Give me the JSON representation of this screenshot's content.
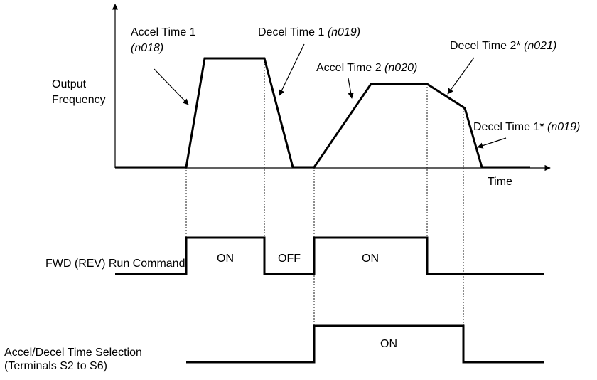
{
  "frequency_graph": {
    "y_label_line1": "Output",
    "y_label_line2": "Frequency",
    "x_label": "Time"
  },
  "annotations": {
    "accel1": {
      "text": "Accel Time 1",
      "param": "(n018)"
    },
    "decel1": {
      "text": "Decel Time 1",
      "param": "(n019)"
    },
    "accel2": {
      "text": "Accel Time 2",
      "param": "(n020)"
    },
    "decel2": {
      "text": "Decel Time 2*",
      "param": "(n021)"
    },
    "decel1b": {
      "text": "Decel Time 1*",
      "param": "(n019)"
    }
  },
  "run_command": {
    "label": "FWD (REV) Run Command",
    "seg1": "ON",
    "seg2": "OFF",
    "seg3": "ON"
  },
  "time_selection": {
    "label_line1": "Accel/Decel Time Selection",
    "label_line2": "(Terminals S2 to S6)",
    "seg1": "ON"
  }
}
